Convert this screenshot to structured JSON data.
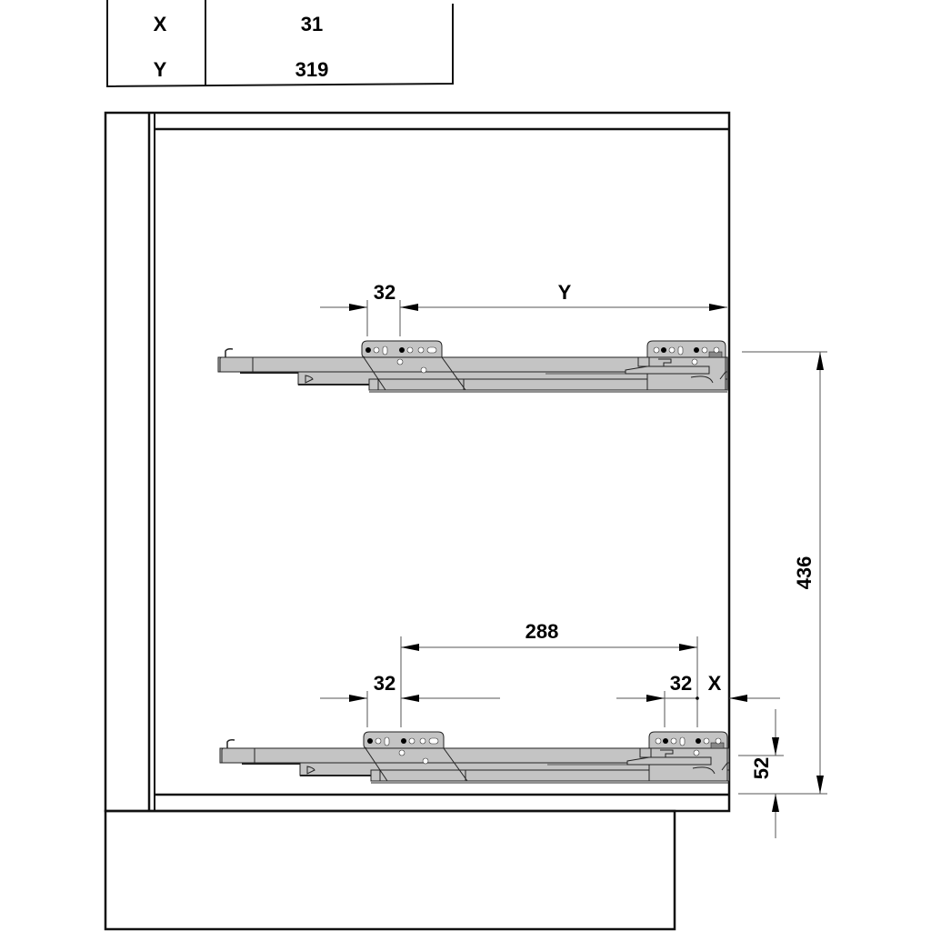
{
  "table": {
    "rows": [
      {
        "label": "X",
        "value": "31"
      },
      {
        "label": "Y",
        "value": "319"
      }
    ]
  },
  "dimensions": {
    "top_drawer": {
      "hole_spacing": "32",
      "rear_distance": "Y"
    },
    "bottom_drawer": {
      "front_hole_spacing": "32",
      "center_distance": "288",
      "rear_hole_spacing": "32",
      "rear_offset": "X"
    },
    "vertical_spacing": "436",
    "bottom_offset": "52"
  },
  "colors": {
    "line": "#000000",
    "rail_fill": "#c4c4c4",
    "dim_line": "#555555",
    "background": "#ffffff"
  }
}
